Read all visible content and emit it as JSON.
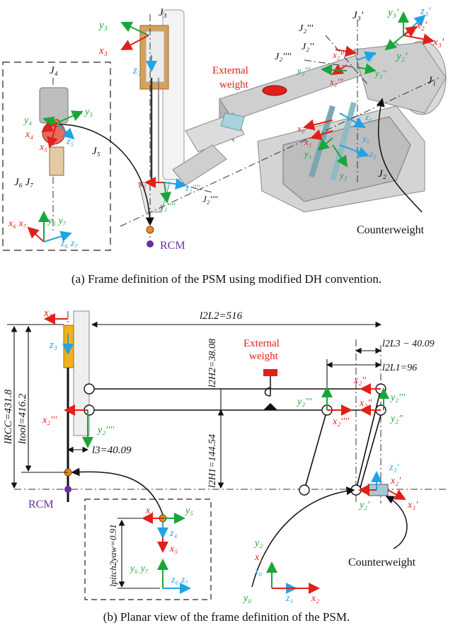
{
  "captions": {
    "a": "(a) Frame definition of the PSM using modified DH convention.",
    "b": "(b) Planar view of the frame definition of the PSM."
  },
  "top": {
    "joints": {
      "j1": "J₁",
      "j2": "J₂",
      "j2p": "J₂'",
      "j2pp": "J₂''",
      "j2ppp": "J₂'''",
      "j2pppp": "J₂''''",
      "j3": "J₃",
      "j3p": "J₃'",
      "j4": "J₄",
      "j5": "J₅",
      "j6j7": "J₆ J₇"
    },
    "frames": {
      "y3": "y₃",
      "x3": "x₃",
      "z3": "z₃",
      "y3p": "y₃'",
      "z3p": "z₃'",
      "x3p": "x₃'",
      "y2p": "y₂'",
      "x2p": "x₂'",
      "x2pp": "x₂''",
      "z2pp": "z₂''",
      "y2pp": "y₂''",
      "x2ppp": "x₂'''",
      "y2ppp": "y₂'''",
      "x1": "x₁",
      "y1": "y₁",
      "x0": "x₀",
      "z0": "z₀",
      "y0": "y₀",
      "y2": "y₂",
      "z2": "z₂",
      "x2pppp": "x₂''''",
      "z2pppp": "z₂''''",
      "y2pppp": "y₂''''",
      "y4": "y₄",
      "x4": "x₄",
      "z4": "z₄",
      "y5": "y₅",
      "z5": "z₅",
      "x5": "x₅",
      "x6x7": "x₆ x₇",
      "y6y7": "y₆ y₇",
      "z6z7": "z₆ z₇"
    },
    "external_weight": "External\nweight",
    "rcm": "RCM",
    "counterweight": "Counterweight"
  },
  "bottom": {
    "dims": {
      "l2l2": "l2L2=516",
      "l2l3": "l2L3 − 40.09",
      "l2l1": "l2L1=96",
      "l2h2": "l2H2=38.08",
      "l2h1": "l2H1=144.54",
      "lrcc": "lRCC=431.8",
      "ltool": "ltool=416.2",
      "l3": "l3=40.09",
      "lpitch2yaw": "lpitch2yaw=0.91"
    },
    "frames": {
      "x3": "x₃",
      "z3": "z₃",
      "x2ppp": "x₂'''",
      "y2pppp": "y₂''''",
      "x2pppp": "x₂''''",
      "y2ppp": "y₂'''",
      "x2pp": "x₂''",
      "y2pp": "y₂''",
      "z3p": "z₃'",
      "x2p": "x₂'",
      "y2p": "y₂'",
      "x3p": "x₃'",
      "x4": "x₄",
      "y5": "y₅",
      "z4": "z₄",
      "x5": "x₅",
      "y6y7": "y₆ y₇",
      "z6z7": "z₆ z₇",
      "y2": "y₂",
      "x1": "x₁",
      "z0": "z₀",
      "y0": "y₀",
      "z1": "z₁",
      "x2": "x₂"
    },
    "external_weight": "External\nweight",
    "rcm": "RCM",
    "counterweight": "Counterweight"
  },
  "colors": {
    "red": "#e0201b",
    "green": "#1aa53a",
    "blue": "#21a3e6",
    "orange": "#f08a1a",
    "purple": "#6a2fa0"
  }
}
